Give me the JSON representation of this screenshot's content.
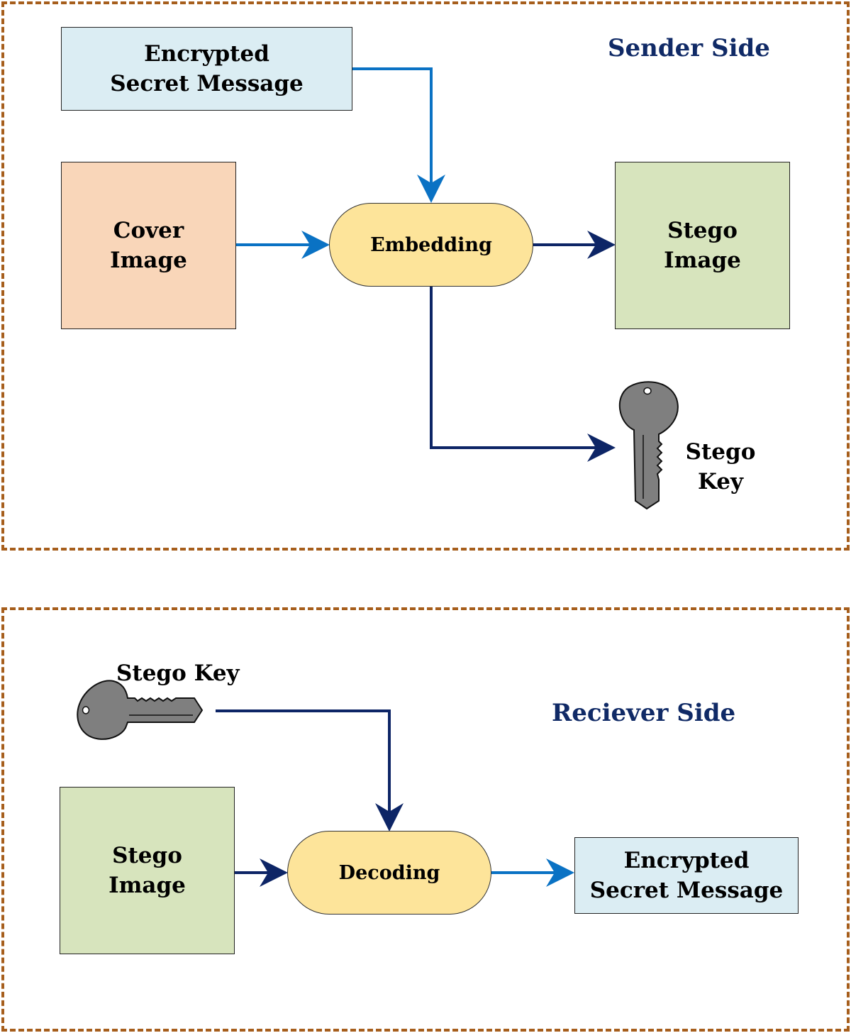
{
  "sender": {
    "title": "Sender Side",
    "encrypted_message": {
      "line1": "Encrypted",
      "line2": "Secret Message"
    },
    "cover_image": {
      "line1": "Cover",
      "line2": "Image"
    },
    "embedding": "Embedding",
    "stego_image": {
      "line1": "Stego",
      "line2": "Image"
    },
    "stego_key": {
      "line1": "Stego",
      "line2": "Key"
    }
  },
  "receiver": {
    "title": "Reciever Side",
    "stego_key": "Stego Key",
    "stego_image": {
      "line1": "Stego",
      "line2": "Image"
    },
    "decoding": "Decoding",
    "encrypted_message": {
      "line1": "Encrypted",
      "line2": "Secret Message"
    }
  },
  "colors": {
    "panel_border": "#a65e1c",
    "title_text": "#102a66",
    "message_box": "#dbedf3",
    "cover_box": "#f9d6b9",
    "stego_box": "#d7e4bd",
    "process_pill": "#fde49a",
    "arrow_light": "#0a72c4",
    "arrow_dark": "#0d2566",
    "key_fill": "#7f7f7f"
  },
  "icons": {
    "sender_key": "key-icon",
    "receiver_key": "key-icon"
  }
}
